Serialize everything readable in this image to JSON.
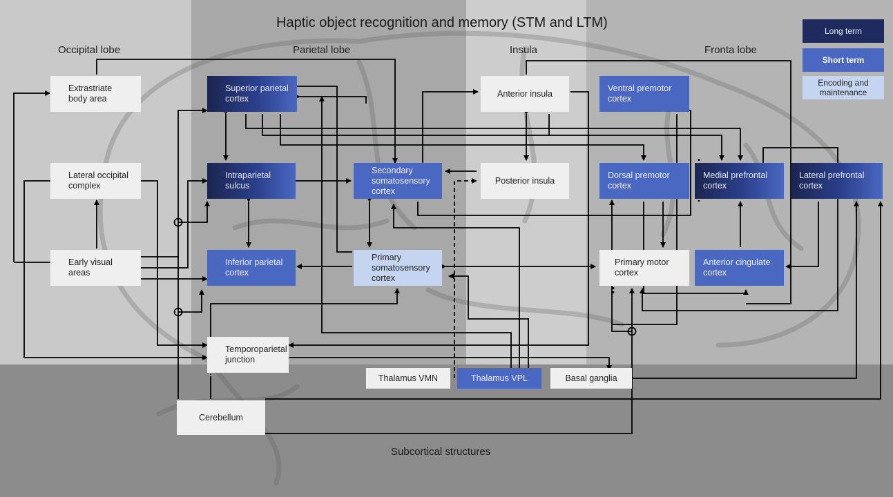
{
  "title": "Haptic object recognition and memory (STM and LTM)",
  "regions": {
    "occipital": "Occipital lobe",
    "parietal": "Parietal lobe",
    "insula": "Insula",
    "frontal": "Fronta  lobe",
    "subcortical": "Subcortical structures"
  },
  "legend": {
    "long_term": "Long term",
    "short_term": "Short term",
    "encoding": "Encoding and\nmaintenance"
  },
  "colors": {
    "long_term": "#1f2a5e",
    "short_term": "#4a68c1",
    "encoding": "#c5d4ef",
    "other": "#efefef"
  },
  "nodes": {
    "extrastriate": "Extrastriate\nbody area",
    "lateral_occipital": "Lateral occipital\ncomplex",
    "early_visual": "Early visual\nareas",
    "superior_parietal": "Superior parietal\ncortex",
    "intraparietal": "Intraparietal\nsulcus",
    "inferior_parietal": "Inferior parietal\ncortex",
    "temporoparietal": "Temporoparietal\njunction",
    "secondary_somato": "Secondary\nsomatosensory\ncortex",
    "primary_somato": "Primary\nsomatosensory\ncortex",
    "anterior_insula": "Anterior insula",
    "posterior_insula": "Posterior insula",
    "ventral_premotor": "Ventral premotor\ncortex",
    "dorsal_premotor": "Dorsal premotor\ncortex",
    "medial_prefrontal": "Medial prefrontal\ncortex",
    "lateral_prefrontal": "Lateral prefrontal\ncortex",
    "primary_motor": "Primary motor\ncortex",
    "anterior_cingulate": "Anterior cingulate\ncortex",
    "thalamus_vmn": "Thalamus VMN",
    "thalamus_vpl": "Thalamus VPL",
    "basal_ganglia": "Basal ganglia",
    "cerebellum": "Cerebellum"
  }
}
